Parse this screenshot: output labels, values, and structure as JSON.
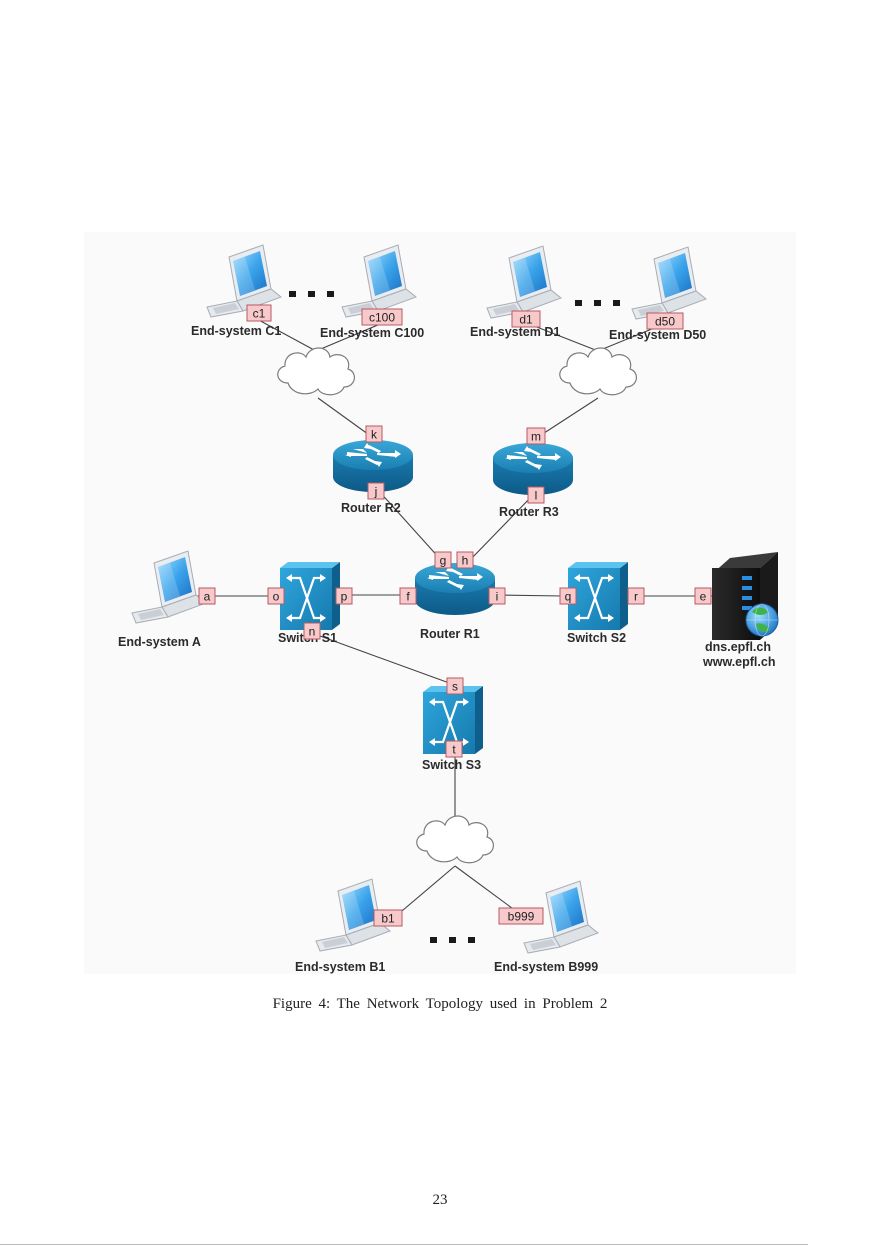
{
  "figure": {
    "caption": "Figure  4: The  Network  Topology  used  in  Problem  2",
    "page_number": "23"
  },
  "nodes": {
    "end_system_c1": "End-system C1",
    "end_system_c100": "End-system C100",
    "end_system_d1": "End-system D1",
    "end_system_d50": "End-system D50",
    "router_r2": "Router R2",
    "router_r3": "Router R3",
    "router_r1": "Router R1",
    "end_system_a": "End-system A",
    "switch_s1": "Switch S1",
    "switch_s2": "Switch S2",
    "switch_s3": "Switch S3",
    "server_line1": "dns.epfl.ch",
    "server_line2": "www.epfl.ch",
    "end_system_b1": "End-system B1",
    "end_system_b999": "End-system B999"
  },
  "ports": {
    "c1": "c1",
    "c100": "c100",
    "d1": "d1",
    "d50": "d50",
    "k": "k",
    "m": "m",
    "j": "j",
    "l": "l",
    "g": "g",
    "h": "h",
    "a": "a",
    "o": "o",
    "p": "p",
    "f": "f",
    "i": "i",
    "q": "q",
    "r": "r",
    "e": "e",
    "n": "n",
    "s": "s",
    "t": "t",
    "b1": "b1",
    "b999": "b999"
  },
  "colors": {
    "port_fill": "#f7c9cb",
    "port_border": "#b55b60",
    "router_blue": "#1f86b8",
    "switch_blue": "#1e93c9",
    "link": "#444444"
  }
}
